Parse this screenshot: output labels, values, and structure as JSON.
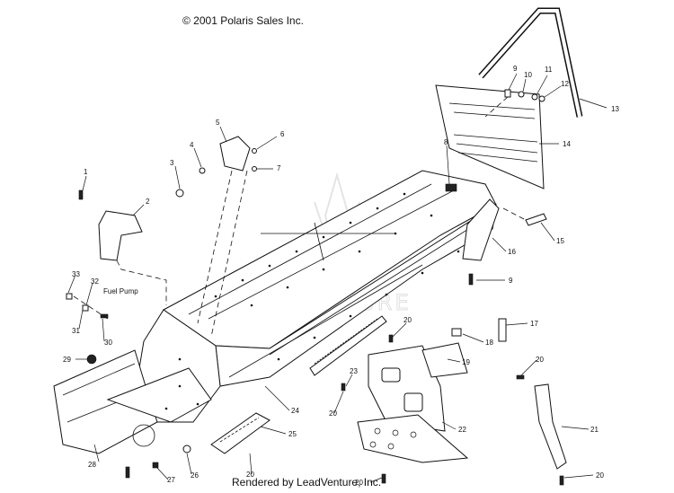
{
  "header": {
    "copyright": "© 2001 Polaris Sales Inc."
  },
  "footer": {
    "rendered_by": "Rendered by LeadVenture, Inc."
  },
  "watermark": {
    "text": "LEADVENTURE"
  },
  "labels": {
    "fuel_pump": "Fuel Pump"
  },
  "callouts": [
    "1",
    "2",
    "3",
    "4",
    "5",
    "6",
    "7",
    "8",
    "9",
    "10",
    "11",
    "12",
    "13",
    "14",
    "15",
    "16",
    "9",
    "17",
    "18",
    "19",
    "20",
    "20",
    "20",
    "20",
    "20",
    "20",
    "21",
    "22",
    "23",
    "24",
    "25",
    "26",
    "27",
    "28",
    "29",
    "30",
    "31",
    "32",
    "33"
  ]
}
